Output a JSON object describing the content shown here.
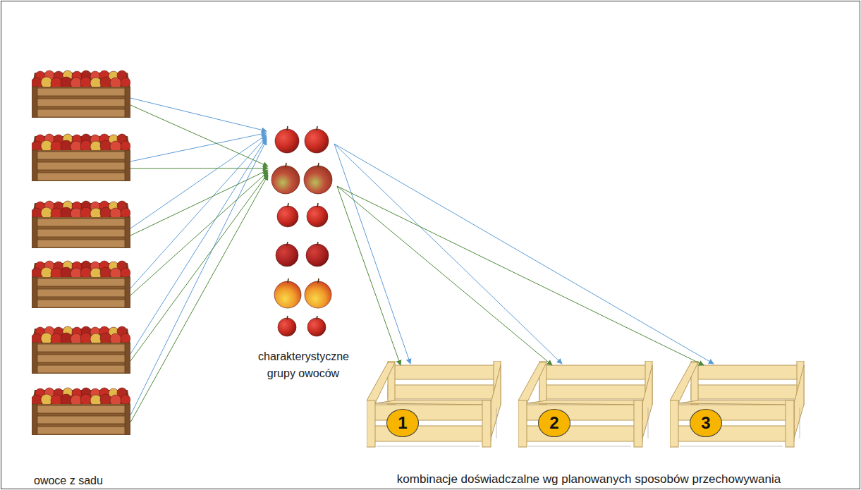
{
  "diagram": {
    "nodes": [
      {
        "text": [
          "owoce z sadu"
        ]
      },
      {
        "text": [
          "charakterystyczne grupy owoców"
        ]
      },
      {
        "text": [
          "1"
        ]
      },
      {
        "text": [
          "2"
        ]
      },
      {
        "text": [
          "3"
        ]
      }
    ],
    "edges": [
      {
        "from": 0,
        "to": 1,
        "arrow": "to"
      },
      {
        "from": 0,
        "to": 1,
        "arrow": "to"
      },
      {
        "from": 1,
        "to": 2,
        "arrow": "to"
      },
      {
        "from": 1,
        "to": 2,
        "arrow": "to"
      },
      {
        "from": 1,
        "to": 3,
        "arrow": "to"
      },
      {
        "from": 1,
        "to": 3,
        "arrow": "to"
      },
      {
        "from": 1,
        "to": 4,
        "arrow": "to"
      },
      {
        "from": 1,
        "to": 4,
        "arrow": "to"
      }
    ],
    "labels": [
      "kombinacje doświadczalne wg planowanych sposobów przechowywania"
    ]
  }
}
